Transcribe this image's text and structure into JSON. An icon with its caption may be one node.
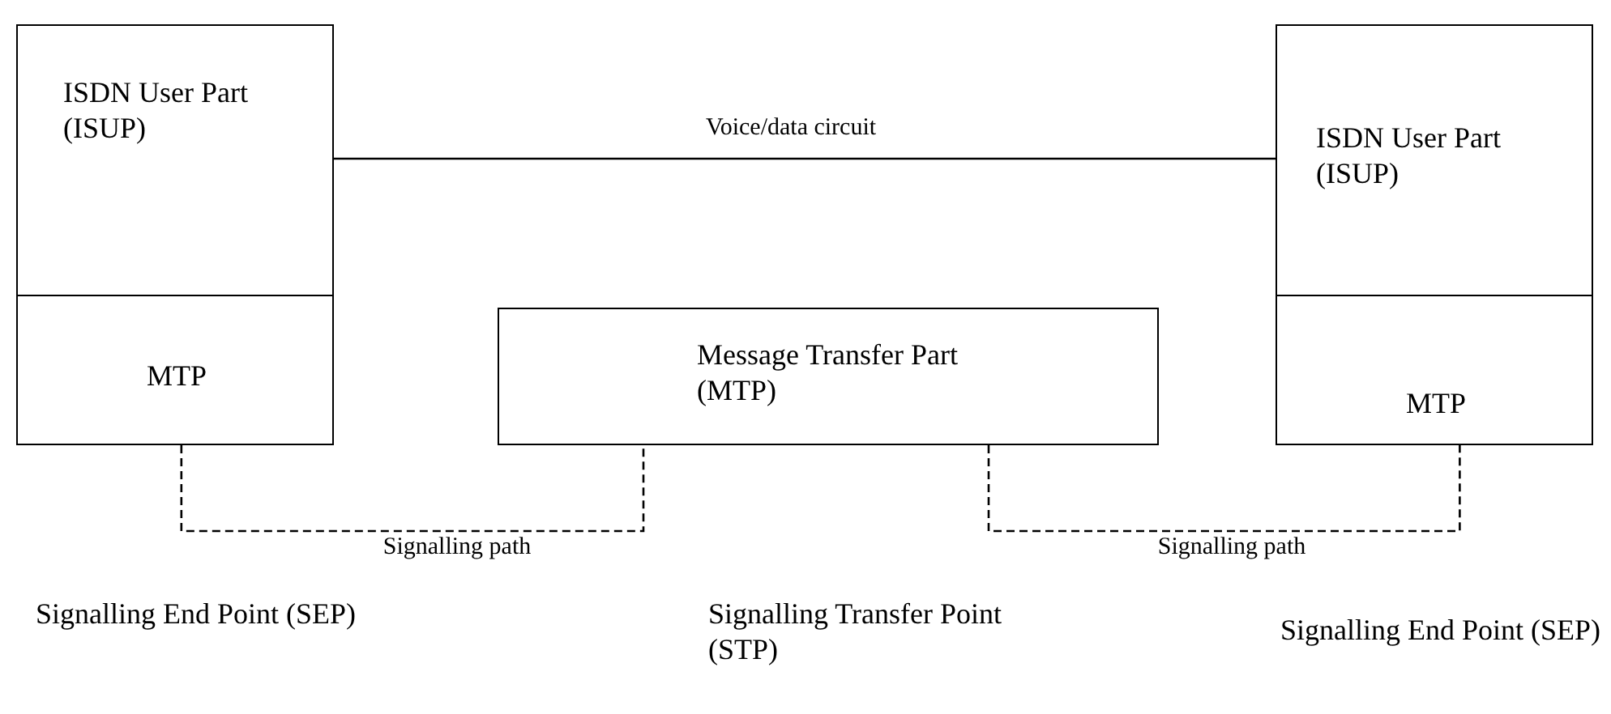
{
  "diagram": {
    "nodes": [
      {
        "text": [
          "ISDN User Part (ISUP)"
        ]
      },
      {
        "text": [
          "MTP"
        ]
      },
      {
        "text": [
          "Message Transfer Part (MTP)"
        ]
      },
      {
        "text": [
          "ISDN User Part (ISUP)"
        ]
      },
      {
        "text": [
          "MTP"
        ]
      }
    ],
    "edges": [
      {
        "from": 0,
        "to": 3,
        "arrow": "none",
        "label": "Voice/data circuit"
      },
      {
        "from": 1,
        "to": 2,
        "arrow": "none",
        "label": "Signalling path",
        "style": "dashed"
      },
      {
        "from": 2,
        "to": 4,
        "arrow": "none",
        "label": "Signalling path",
        "style": "dashed"
      }
    ],
    "labels": [
      "Signalling End Point (SEP)",
      "Signalling Transfer Point (STP)",
      "Signalling End Point (SEP)"
    ]
  }
}
